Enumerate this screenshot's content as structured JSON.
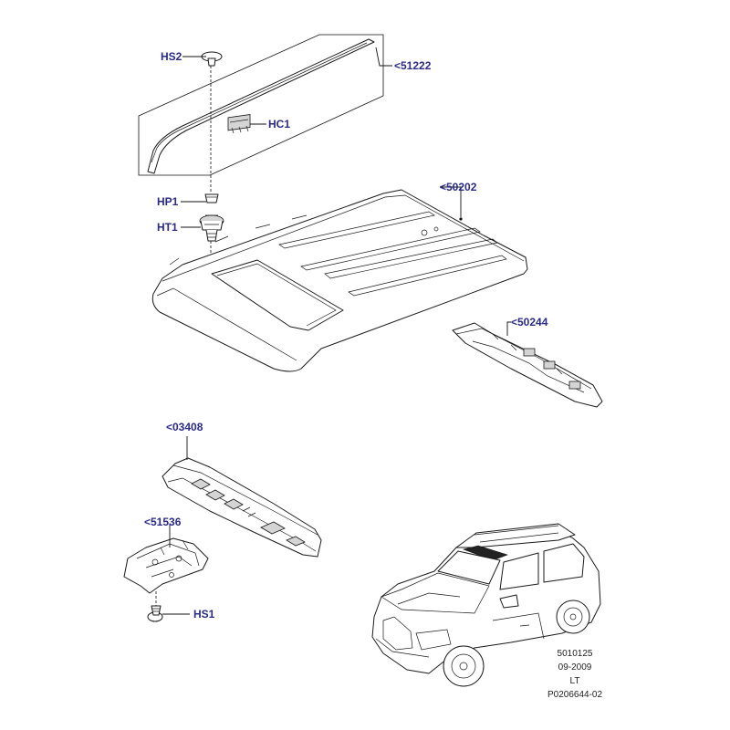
{
  "callouts": {
    "hs2": "HS2",
    "c51222": "<51222",
    "hc1": "HC1",
    "hp1": "HP1",
    "ht1": "HT1",
    "c50202": "<50202",
    "c50244": "<50244",
    "c03408": "<03408",
    "c51536": "<51536",
    "hs1": "HS1"
  },
  "footer": {
    "code": "5010125",
    "date": "09-2009",
    "region": "LT",
    "part_ref": "P0206644-02"
  },
  "icons": {
    "vehicle": "suv-vehicle-illustration"
  }
}
